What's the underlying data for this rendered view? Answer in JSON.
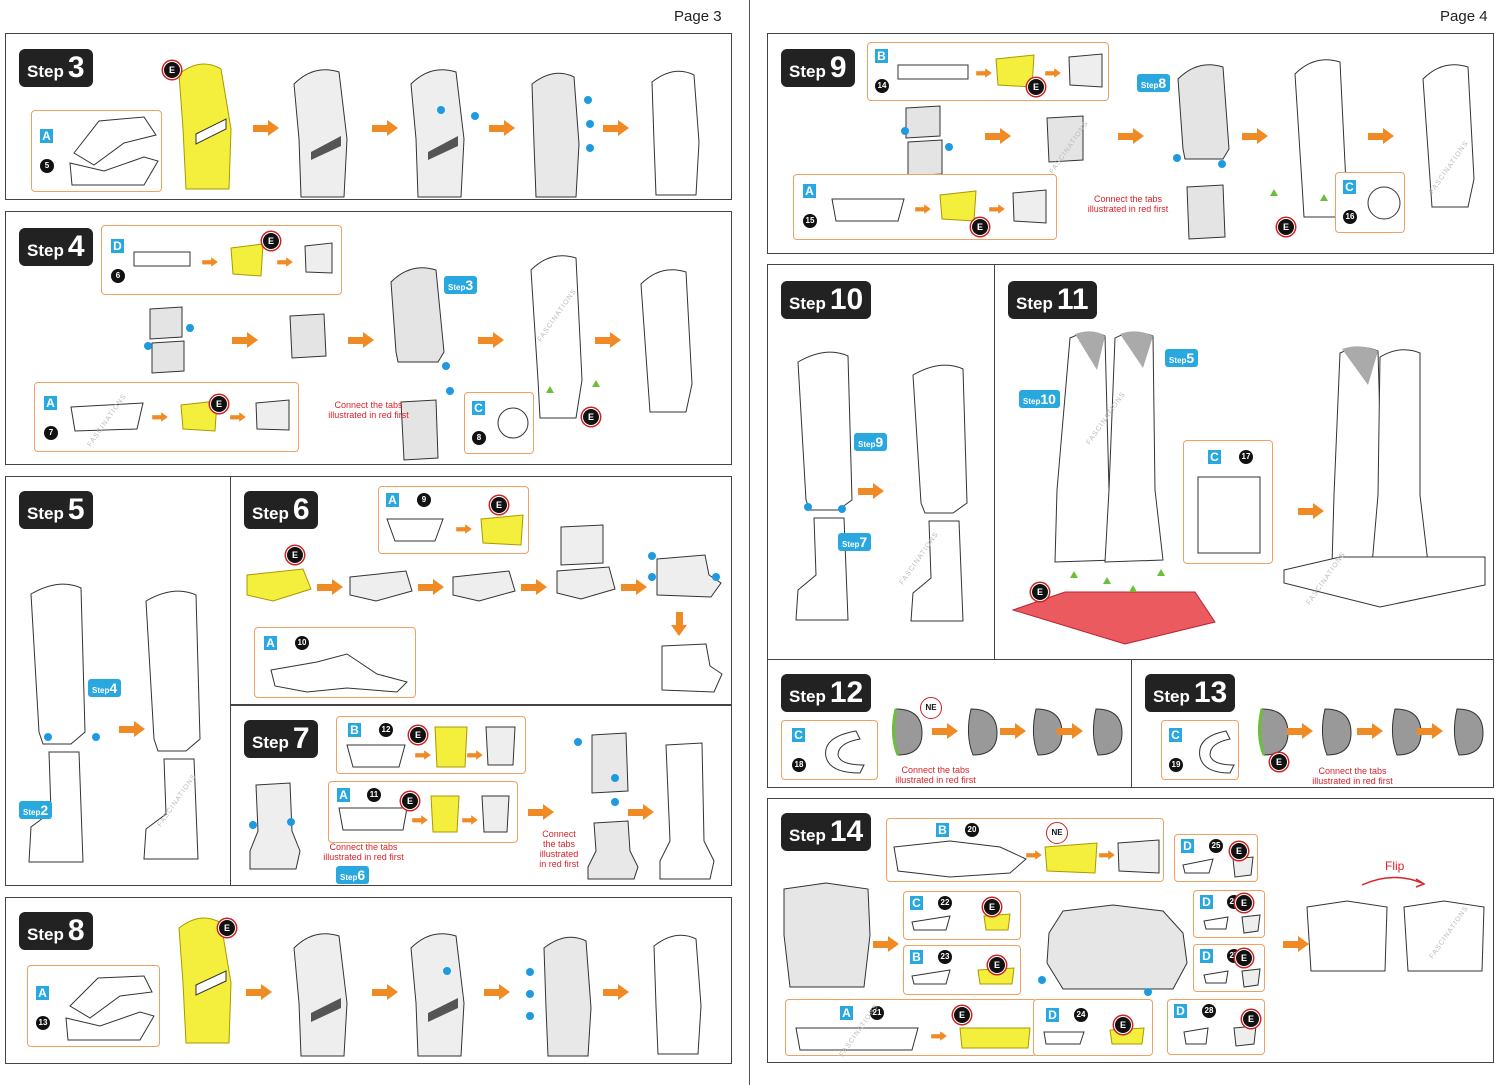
{
  "pages": {
    "left": "Page 3",
    "right": "Page 4"
  },
  "step_word": "Step",
  "steps": {
    "s3": "3",
    "s4": "4",
    "s5": "5",
    "s6": "6",
    "s7": "7",
    "s8": "8",
    "s9": "9",
    "s10": "10",
    "s11": "11",
    "s12": "12",
    "s13": "13",
    "s14": "14"
  },
  "step_refs": {
    "r3": "3",
    "r4": "4",
    "r2": "2",
    "r6": "6",
    "r8": "8",
    "r9": "9",
    "r7": "7",
    "r10": "10",
    "r5": "5"
  },
  "parts": {
    "p5": {
      "sheet": "A",
      "num": "5"
    },
    "p6": {
      "sheet": "D",
      "num": "6"
    },
    "p7": {
      "sheet": "A",
      "num": "7"
    },
    "p8": {
      "sheet": "C",
      "num": "8"
    },
    "p9": {
      "sheet": "A",
      "num": "9"
    },
    "p10": {
      "sheet": "A",
      "num": "10"
    },
    "p11": {
      "sheet": "A",
      "num": "11"
    },
    "p12": {
      "sheet": "B",
      "num": "12"
    },
    "p13": {
      "sheet": "A",
      "num": "13"
    },
    "p14": {
      "sheet": "B",
      "num": "14"
    },
    "p15": {
      "sheet": "A",
      "num": "15"
    },
    "p16": {
      "sheet": "C",
      "num": "16"
    },
    "p17": {
      "sheet": "C",
      "num": "17"
    },
    "p18": {
      "sheet": "C",
      "num": "18"
    },
    "p19": {
      "sheet": "C",
      "num": "19"
    },
    "p20": {
      "sheet": "B",
      "num": "20"
    },
    "p21": {
      "sheet": "A",
      "num": "21"
    },
    "p22": {
      "sheet": "C",
      "num": "22"
    },
    "p23": {
      "sheet": "B",
      "num": "23"
    },
    "p24": {
      "sheet": "D",
      "num": "24"
    },
    "p25": {
      "sheet": "D",
      "num": "25"
    },
    "p26": {
      "sheet": "D",
      "num": "26"
    },
    "p27": {
      "sheet": "D",
      "num": "27"
    },
    "p28": {
      "sheet": "D",
      "num": "28"
    }
  },
  "tab_marker": "E",
  "ne_marker": "NE",
  "notes": {
    "connect_two": "Connect the tabs\nillustrated in red first",
    "connect_stack": "Connect\nthe tabs\nillustrated\nin red first"
  },
  "flip_label": "Flip",
  "watermark": "FASCINATIONS",
  "colors": {
    "accent_orange": "#f08a24",
    "sheet_blue": "#29a8e0",
    "highlight_yellow": "#f4ee3c",
    "tab_red": "#d8232a",
    "base_red": "#ea5a5f",
    "tab_green": "#6cbf3a"
  }
}
